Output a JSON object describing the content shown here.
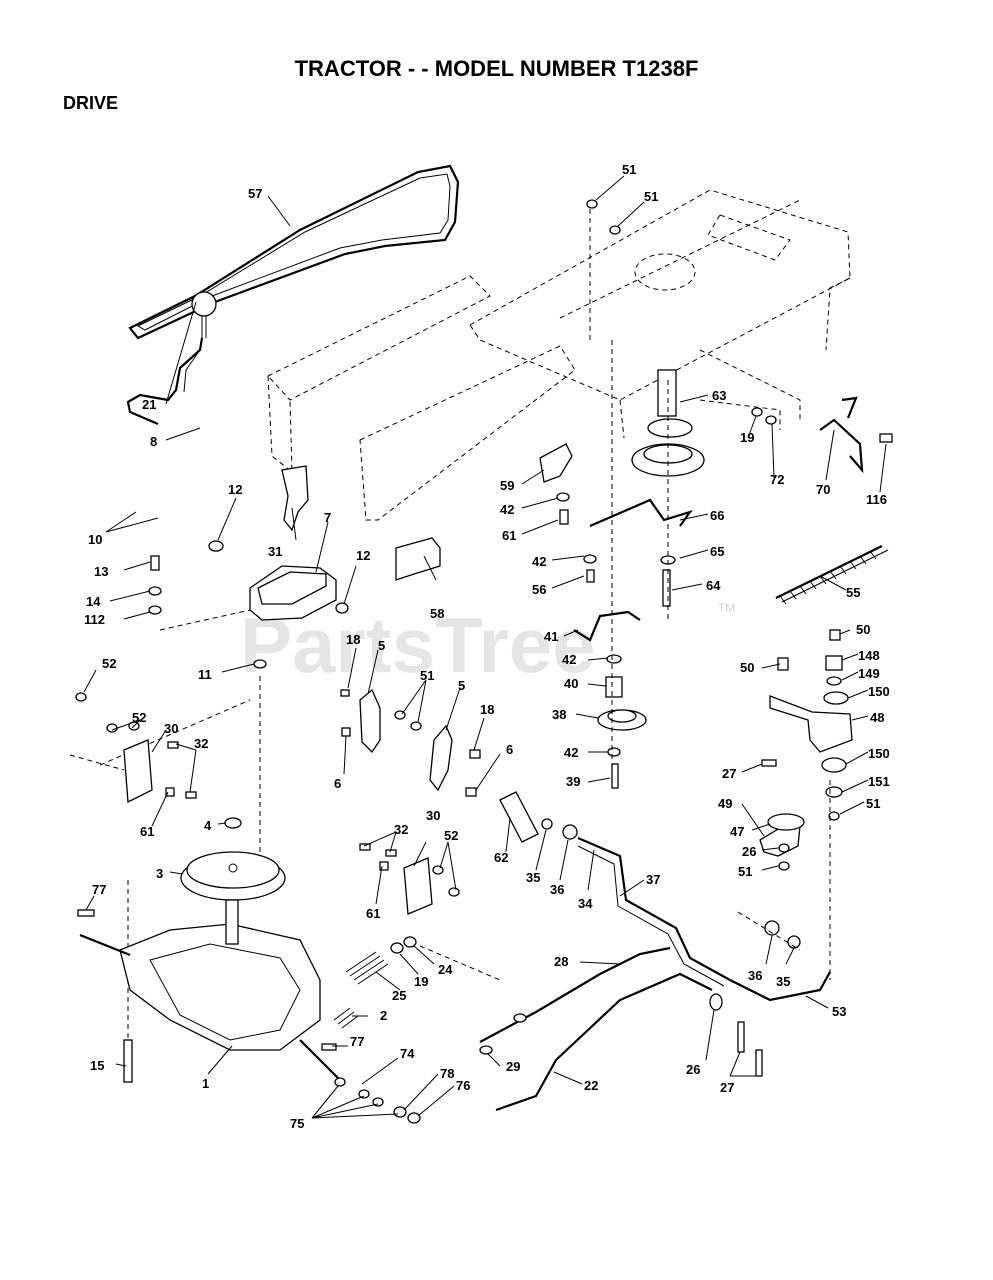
{
  "page": {
    "title": "TRACTOR - - MODEL NUMBER T1238F",
    "section": "DRIVE"
  },
  "watermark": {
    "text": "PartsTree",
    "tm": "TM"
  },
  "callouts": [
    "57",
    "51",
    "51",
    "21",
    "8",
    "10",
    "12",
    "31",
    "7",
    "13",
    "14",
    "112",
    "12",
    "58",
    "59",
    "42",
    "61",
    "63",
    "19",
    "72",
    "70",
    "116",
    "66",
    "42",
    "56",
    "65",
    "64",
    "55",
    "52",
    "11",
    "18",
    "5",
    "51",
    "5",
    "18",
    "6",
    "6",
    "41",
    "42",
    "40",
    "38",
    "42",
    "39",
    "50",
    "148",
    "149",
    "50",
    "150",
    "48",
    "150",
    "151",
    "51",
    "27",
    "49",
    "47",
    "26",
    "51",
    "52",
    "30",
    "32",
    "61",
    "4",
    "3",
    "32",
    "30",
    "52",
    "61",
    "62",
    "35",
    "36",
    "34",
    "37",
    "77",
    "25",
    "19",
    "24",
    "2",
    "77",
    "28",
    "29",
    "22",
    "15",
    "1",
    "74",
    "78",
    "76",
    "75",
    "36",
    "35",
    "53",
    "26",
    "27"
  ]
}
